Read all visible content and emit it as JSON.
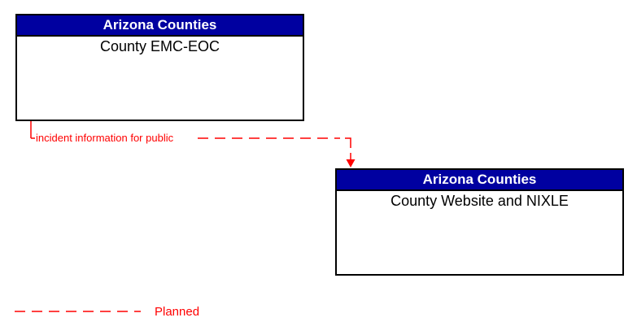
{
  "diagram": {
    "nodes": [
      {
        "header": "Arizona Counties",
        "name": "County EMC-EOC"
      },
      {
        "header": "Arizona Counties",
        "name": "County Website and NIXLE"
      }
    ],
    "flow": {
      "label": "incident information for public",
      "line_style": "dashed",
      "direction": "down-arrow"
    },
    "legend": {
      "items": [
        {
          "label": "Planned",
          "line_style": "dashed"
        }
      ]
    },
    "colors": {
      "node_header_bg": "#0000A0",
      "node_header_text": "#FFFFFF",
      "node_border": "#000000",
      "node_body_text": "#000000",
      "flow_line": "#FF0000",
      "page_bg": "#FFFFFF"
    }
  }
}
